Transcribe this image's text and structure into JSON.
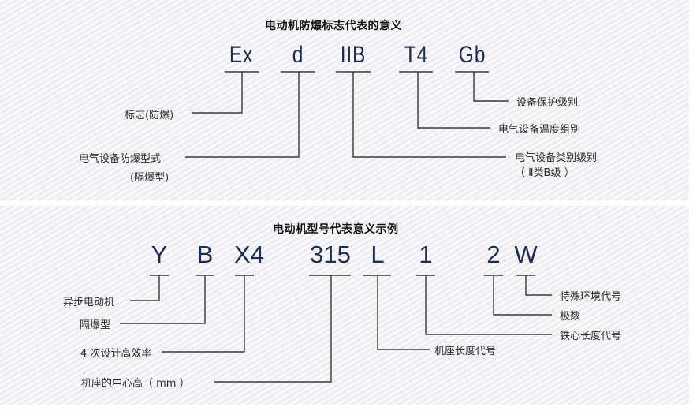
{
  "explosion_marking": {
    "title": "电动机防爆标志代表的意义",
    "codes": [
      "Ex",
      "d",
      "IIB",
      "T4",
      "Gb"
    ],
    "labels": {
      "ex": "标志(防爆)",
      "d_line1": "电气设备防爆型式",
      "d_line2": "(隔爆型)",
      "iib_line1": "电气设备类别级别",
      "iib_line2": "（ Ⅱ类B级 ）",
      "t4": "电气设备温度组别",
      "gb": "设备保护级别"
    }
  },
  "model_number": {
    "title": "电动机型号代表意义示例",
    "codes": [
      "Y",
      "B",
      "X4",
      "315",
      "L",
      "1",
      "2",
      "W"
    ],
    "labels": {
      "y": "异步电动机",
      "b": "隔爆型",
      "x4": "4 次设计高效率",
      "315": "机座的中心高（ mm ）",
      "l": "机座长度代号",
      "1": "铁心长度代号",
      "2": "极数",
      "w": "特殊环境代号"
    }
  },
  "colors": {
    "code_text": "#1c2d52",
    "line": "#3a3a3a",
    "background": "#f3f1f4"
  }
}
